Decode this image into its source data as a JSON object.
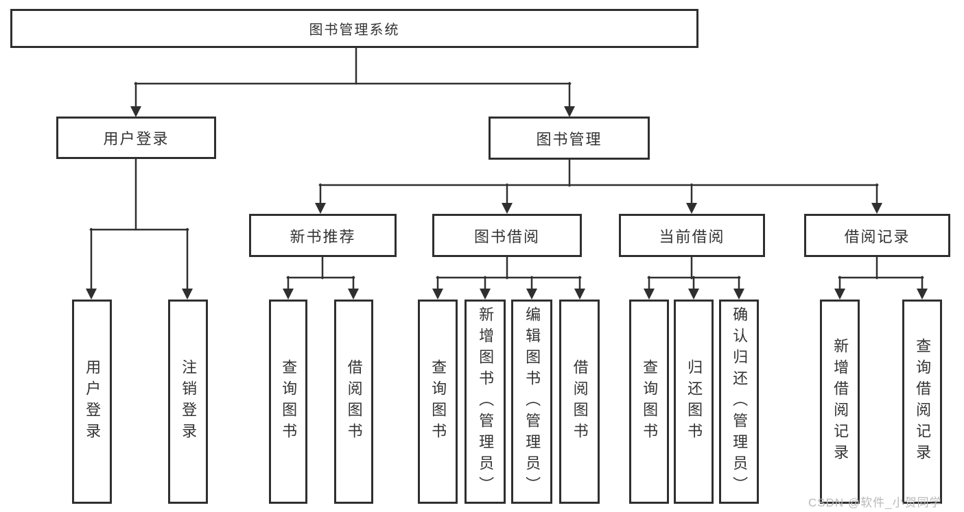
{
  "tree": {
    "label": "图书管理系统",
    "children": [
      {
        "label": "用户登录",
        "children": [
          {
            "label": "用户登录"
          },
          {
            "label": "注销登录"
          }
        ]
      },
      {
        "label": "图书管理",
        "children": [
          {
            "label": "新书推荐",
            "children": [
              {
                "label": "查询图书"
              },
              {
                "label": "借阅图书"
              }
            ]
          },
          {
            "label": "图书借阅",
            "children": [
              {
                "label": "查询图书"
              },
              {
                "label": "新增图书（管理员）"
              },
              {
                "label": "编辑图书（管理员）"
              },
              {
                "label": "借阅图书"
              }
            ]
          },
          {
            "label": "当前借阅",
            "children": [
              {
                "label": "查询图书"
              },
              {
                "label": "归还图书"
              },
              {
                "label": "确认归还（管理员）"
              }
            ]
          },
          {
            "label": "借阅记录",
            "children": [
              {
                "label": "新增借阅记录"
              },
              {
                "label": "查询借阅记录"
              }
            ]
          }
        ]
      }
    ]
  },
  "watermark": "CSDN @软件_小贺同学",
  "colors": {
    "line": "#2f2f2f",
    "text": "#333333",
    "watermark": "#b9b9b9"
  }
}
